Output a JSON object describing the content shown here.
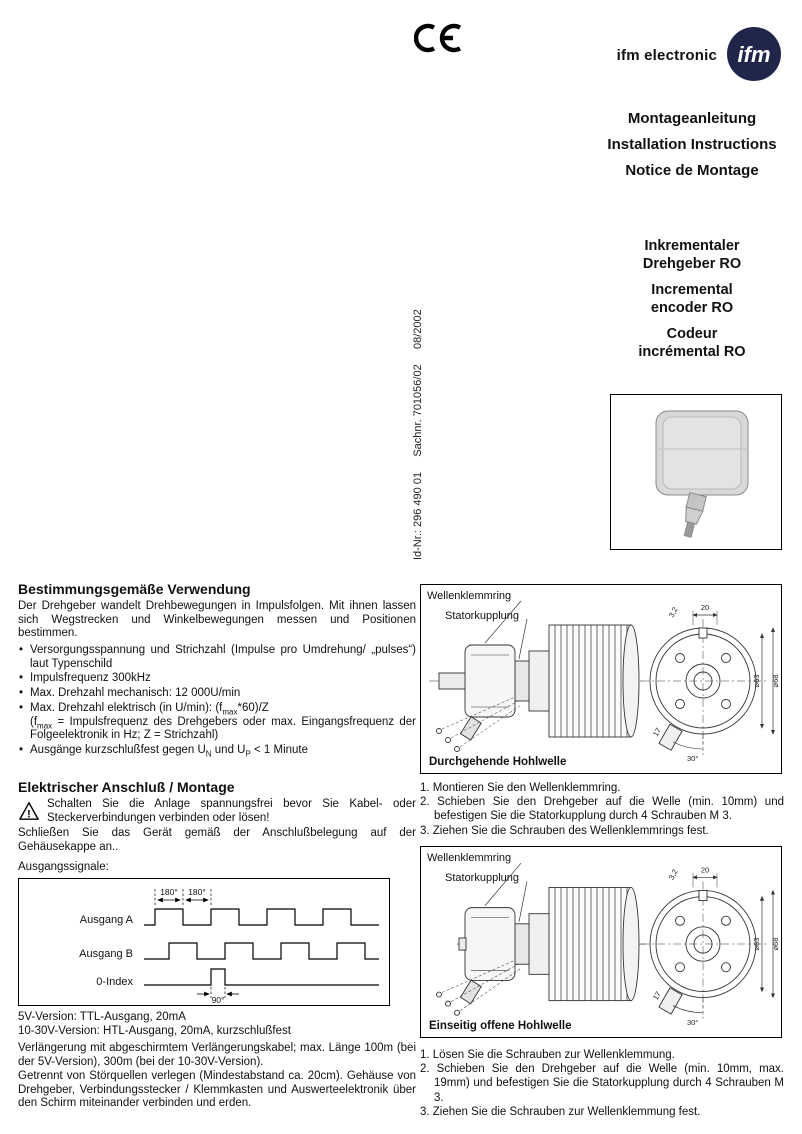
{
  "header": {
    "brand": "ifm electronic",
    "logo_text": "ifm"
  },
  "titles": {
    "de": "Montageanleitung",
    "en": "Installation Instructions",
    "fr": "Notice de Montage"
  },
  "product": {
    "de1": "Inkrementaler",
    "de2": "Drehgeber RO",
    "en1": "Incremental",
    "en2": "encoder RO",
    "fr1": "Codeur",
    "fr2": "incrémental RO"
  },
  "id_label": "Id-Nr.: 296 490 01     Sachnr. 701056/02     08/2002",
  "usage": {
    "heading": "Bestimmungsgemäße Verwendung",
    "intro": "Der Drehgeber wandelt Drehbewegungen in Impulsfolgen. Mit ihnen lassen sich Wegstrecken und Winkelbewegungen messen und Positionen bestimmen.",
    "b1": "Versorgungsspannung und Strichzahl (Impulse pro Umdrehung/ „pulses“) laut Typenschild",
    "b2": "Impulsfrequenz 300kHz",
    "b3": "Max. Drehzahl mechanisch: 12 000U/min",
    "b4a": "Max. Drehzahl elektrisch (in U/min): (f",
    "b4sub1": "max",
    "b4b": "*60)/Z",
    "b4c": "(f",
    "b4sub2": "max",
    "b4d": " = Impulsfrequenz des Drehgebers oder max. Eingangsfrequenz der Folgeelektronik in Hz; Z = Strichzahl)",
    "b5a": "Ausgänge kurzschlußfest gegen U",
    "b5sub1": "N",
    "b5b": " und U",
    "b5sub2": "P",
    "b5c": " < 1 Minute"
  },
  "electrical": {
    "heading": "Elektrischer Anschluß / Montage",
    "warning": "Schalten Sie die Anlage spannungsfrei bevor Sie Kabel- oder Steckerverbindungen verbinden oder lösen!",
    "connect": "Schließen Sie das Gerät gemäß der Anschlußbelegung auf der Gehäusekappe an..",
    "signals_label": "Ausgangssignale:"
  },
  "signals": {
    "channel_a": "Ausgang A",
    "channel_b": "Ausgang B",
    "index": "0-Index",
    "deg180_1": "180°",
    "deg180_2": "180°",
    "deg90": "90°"
  },
  "versions": {
    "v5": "5V-Version: TTL-Ausgang, 20mA",
    "v10_30": "10-30V-Version: HTL-Ausgang, 20mA, kurzschlußfest",
    "extension": "Verlängerung mit abgeschirmtem Verlängerungskabel; max. Länge 100m (bei der 5V-Version), 300m (bei der 10-30V-Version).",
    "separation": "Getrennt von Störquellen verlegen (Mindestabstand ca. 20cm). Gehäuse von Drehgeber, Verbindungsstecker / Klemmkasten und Auswerteelektronik über den Schirm miteinander verbinden und erden."
  },
  "mount_through": {
    "label_ring": "Wellenklemmring",
    "label_coupling": "Statorkupplung",
    "caption": "Durchgehende Hohlwelle",
    "dims": {
      "d20": "20",
      "d32": "3,2",
      "d63": "⌀63",
      "d68": "⌀68",
      "d17": "17",
      "d30": "30°"
    },
    "step1": "1. Montieren Sie den Wellenklemmring.",
    "step2": "2. Schieben Sie den Drehgeber auf die Welle (min. 10mm) und befestigen Sie die Statorkupplung durch 4 Schrauben M 3.",
    "step3": "3. Ziehen Sie die Schrauben des Wellenklemmrings fest."
  },
  "mount_open": {
    "label_ring": "Wellenklemmring",
    "label_coupling": "Statorkupplung",
    "caption": "Einseitig offene Hohlwelle",
    "dims": {
      "d20": "20",
      "d32": "3,2",
      "d63": "⌀63",
      "d68": "⌀68",
      "d17": "17",
      "d30": "30°"
    },
    "step1": "1. Lösen Sie die Schrauben zur Wellenklemmung.",
    "step2": "2. Schieben Sie den Drehgeber auf die Welle (min. 10mm, max. 19mm) und befestigen Sie die Statorkupplung durch 4 Schrauben M 3.",
    "step3": "3. Ziehen Sie die Schrauben zur Wellenklemmung fest."
  }
}
